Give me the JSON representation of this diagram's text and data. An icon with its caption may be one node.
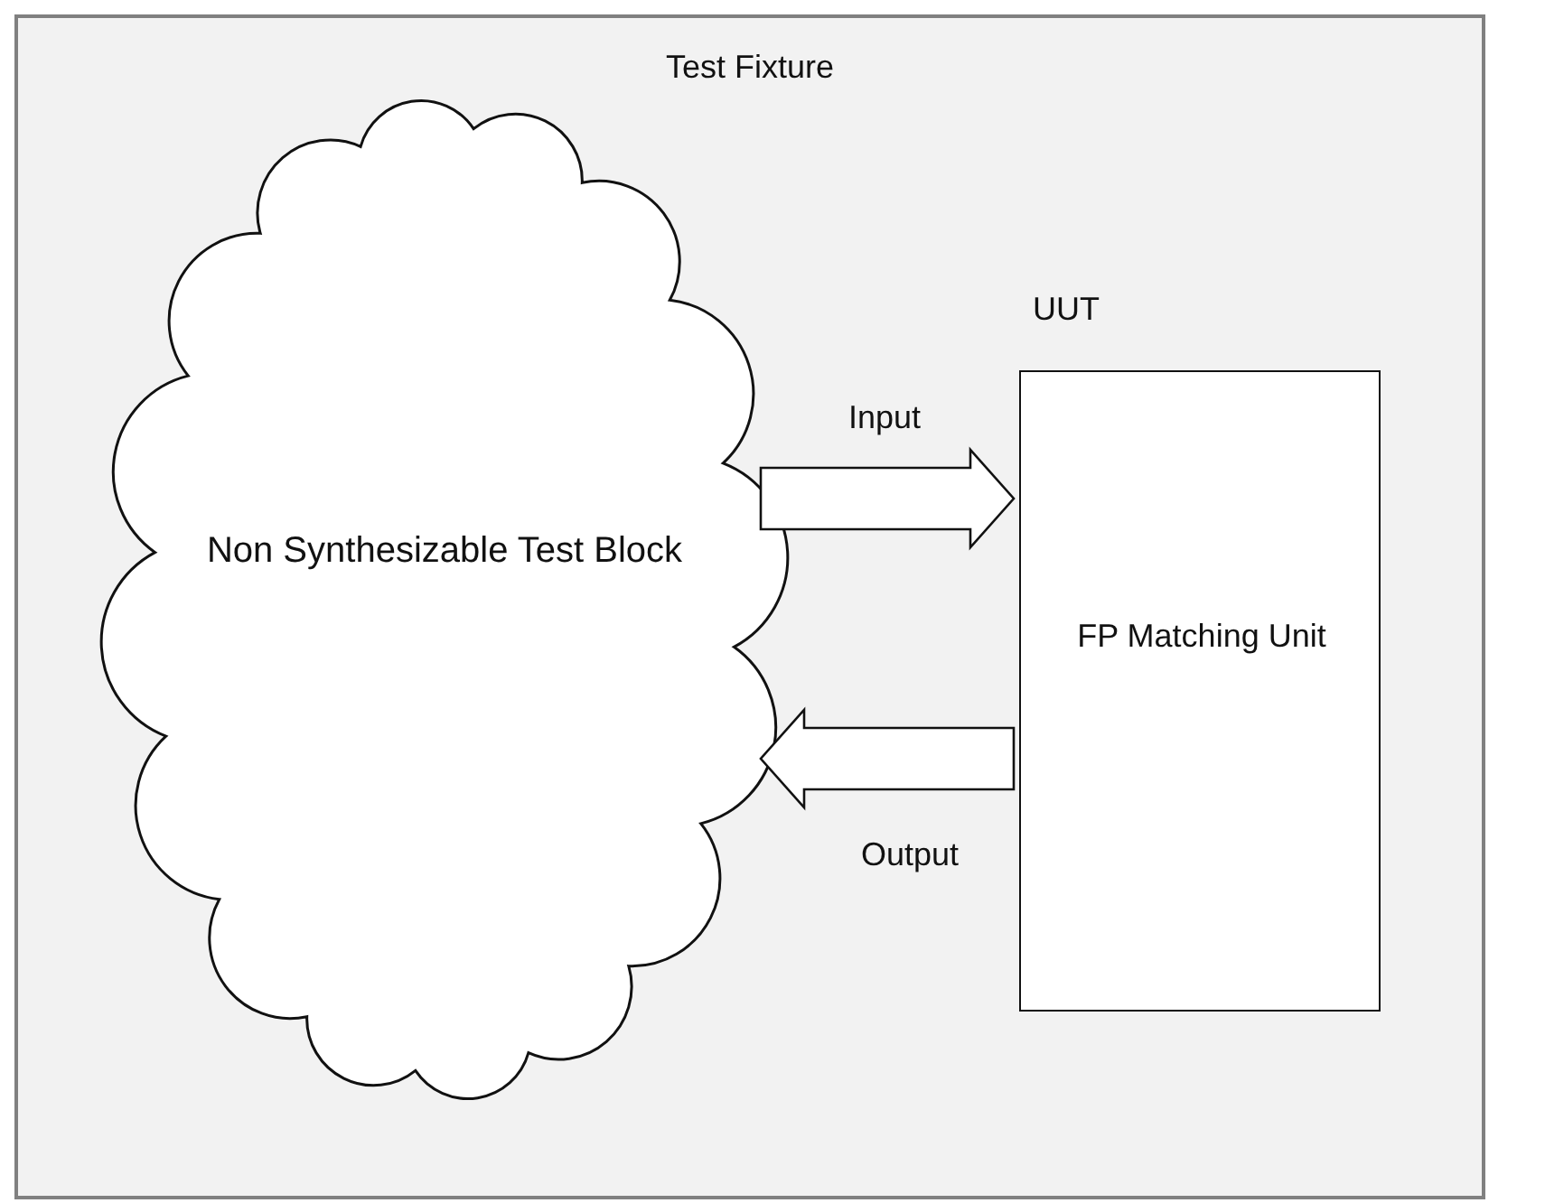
{
  "diagram": {
    "nodes": [
      {
        "text": [
          "Test Fixture"
        ]
      },
      {
        "text": [
          "Non Synthesizable Test Block"
        ],
        "in": 0
      },
      {
        "text": [
          "UUT",
          "FP Matching Unit"
        ],
        "in": 0
      }
    ],
    "edges": [
      {
        "from": 1,
        "to": 2,
        "arrow": "to",
        "label": "Input",
        "style": "thick"
      },
      {
        "from": 2,
        "to": 1,
        "arrow": "to",
        "label": "Output",
        "style": "thick"
      }
    ]
  }
}
